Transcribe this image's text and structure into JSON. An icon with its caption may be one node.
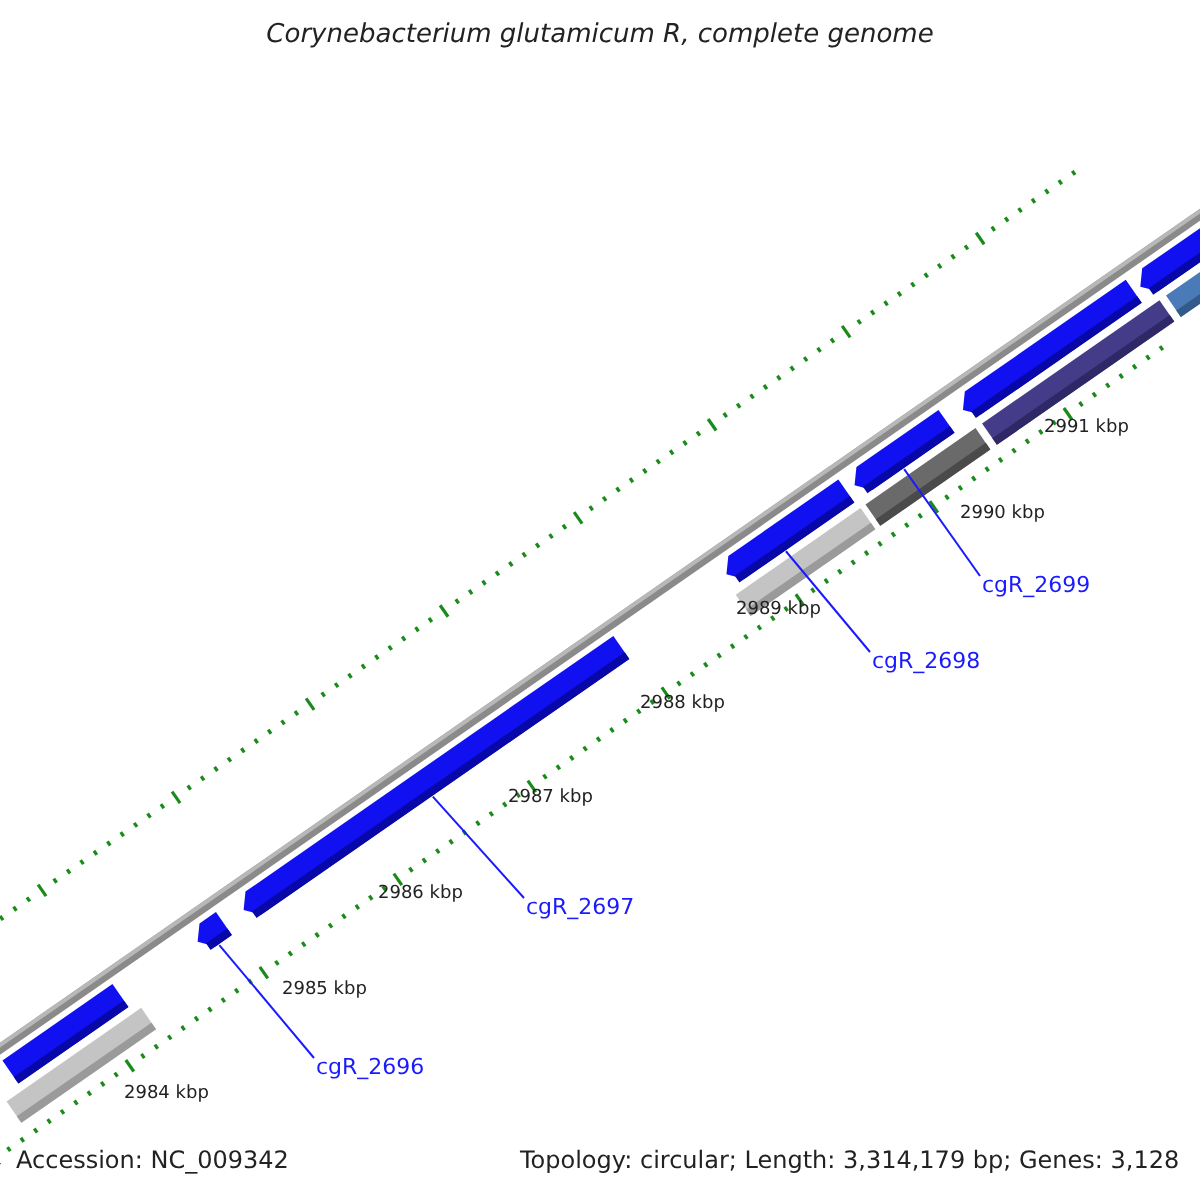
{
  "diagram": {
    "title": "Corynebacterium glutamicum R, complete genome",
    "nodes": [
      {
        "text": [
          "cgR_2696"
        ]
      },
      {
        "text": [
          "cgR_2697"
        ]
      },
      {
        "text": [
          "cgR_2698"
        ]
      },
      {
        "text": [
          "cgR_2699"
        ]
      },
      {
        "text": [],
        "shape": "bar"
      },
      {
        "text": [],
        "shape": "bar"
      },
      {
        "text": [],
        "shape": "bar"
      },
      {
        "text": [],
        "shape": "bar"
      },
      {
        "text": [],
        "shape": "bar"
      },
      {
        "text": [],
        "shape": "bar"
      },
      {
        "text": [],
        "shape": "bar"
      },
      {
        "text": [],
        "shape": "bar"
      },
      {
        "text": [],
        "shape": "bar"
      },
      {
        "text": [],
        "shape": "bar"
      },
      {
        "text": [],
        "shape": "bar"
      },
      {
        "text": [],
        "shape": "bar"
      }
    ],
    "edges": [
      {
        "from": 0,
        "to": 6,
        "arrow": "none"
      },
      {
        "from": 1,
        "to": 7,
        "arrow": "none"
      },
      {
        "from": 2,
        "to": 8,
        "arrow": "none"
      },
      {
        "from": 3,
        "to": 10,
        "arrow": "none"
      }
    ],
    "labels": [
      "2991 kbp",
      "2990 kbp",
      "2989 kbp",
      "2988 kbp",
      "2987 kbp",
      "2986 kbp",
      "2985 kbp",
      "2984 kbp",
      "Accession: NC_009342",
      "Topology: circular; Length: 3,314,179 bp; Genes: 3,128"
    ]
  }
}
